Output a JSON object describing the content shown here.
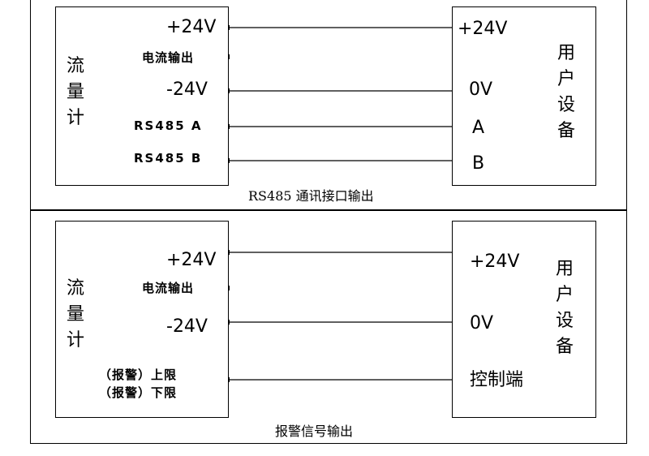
{
  "section1": {
    "caption": "RS485 通讯接口输出",
    "meter": {
      "title_chars": [
        "流",
        "量",
        "计"
      ],
      "terminals": [
        "+24V",
        "电流输出",
        "-24V",
        "RS485  A",
        "RS485  B"
      ]
    },
    "device": {
      "title_chars": [
        "用",
        "户",
        "设",
        "备"
      ],
      "terminals": [
        "+24V",
        "0V",
        "A",
        "B"
      ]
    }
  },
  "section2": {
    "caption": "报警信号输出",
    "meter": {
      "title_chars": [
        "流",
        "量",
        "计"
      ],
      "terminals": [
        "+24V",
        "电流输出",
        "-24V",
        "（报警）上限",
        "（报警）下限"
      ]
    },
    "device": {
      "title_chars": [
        "用",
        "户",
        "设",
        "备"
      ],
      "terminals": [
        "+24V",
        "0V",
        "控制端"
      ]
    }
  }
}
